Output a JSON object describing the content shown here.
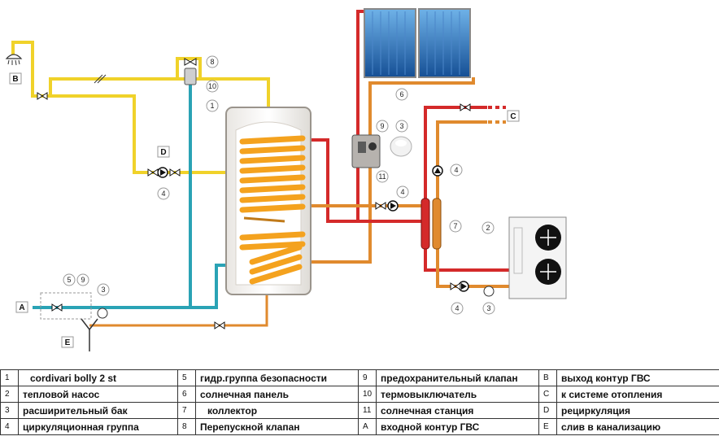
{
  "callouts": {
    "c1": "1",
    "c2": "2",
    "c3a": "3",
    "c3b": "3",
    "c3c": "3",
    "c4a": "4",
    "c4b": "4",
    "c4c": "4",
    "c4d": "4",
    "c5": "5",
    "c6": "6",
    "c7": "7",
    "c8": "8",
    "c9a": "9",
    "c9b": "9",
    "c10": "10",
    "c11": "11"
  },
  "letters": {
    "A": "A",
    "B": "B",
    "C": "C",
    "D": "D",
    "E": "E"
  },
  "legend": [
    [
      {
        "n": "1",
        "t": "cordivari bolly 2 st"
      },
      {
        "n": "5",
        "t": "гидр.группа безопасности"
      },
      {
        "n": "9",
        "t": "предохранительный клапан"
      },
      {
        "n": "B",
        "t": "выход контур ГВС"
      }
    ],
    [
      {
        "n": "2",
        "t": "тепловой насос"
      },
      {
        "n": "6",
        "t": "солнечная панель"
      },
      {
        "n": "10",
        "t": "термовыключатель"
      },
      {
        "n": "C",
        "t": "к системе отопления"
      }
    ],
    [
      {
        "n": "3",
        "t": "расширительный бак"
      },
      {
        "n": "7",
        "t": "коллектор"
      },
      {
        "n": "11",
        "t": "солнечная станция"
      },
      {
        "n": "D",
        "t": "рециркуляция"
      }
    ],
    [
      {
        "n": "4",
        "t": "циркуляционная группа"
      },
      {
        "n": "8",
        "t": "Перепускной клапан"
      },
      {
        "n": "A",
        "t": "входной контур ГВС"
      },
      {
        "n": "E",
        "t": "слив в канализацию"
      }
    ]
  ],
  "colors": {
    "hot": "#d42a2a",
    "warm": "#e08a2e",
    "cold": "#2aa3b5",
    "dhw": "#f0d22a",
    "coil": "#f4a21e",
    "panel": "#1e5fa8"
  }
}
